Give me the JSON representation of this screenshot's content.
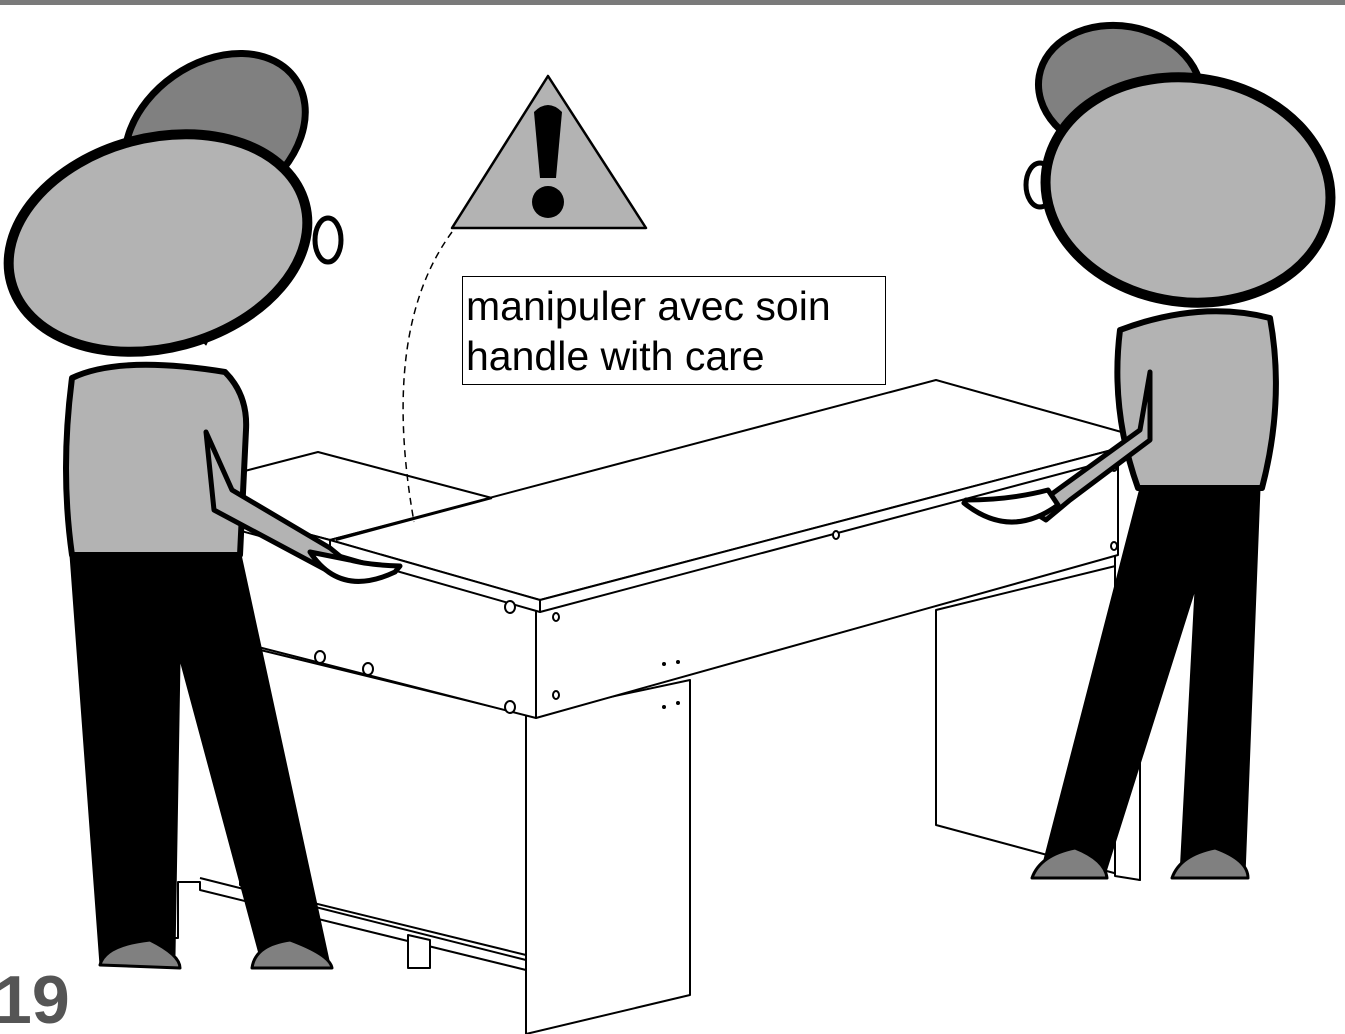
{
  "step": {
    "number": "19"
  },
  "warning": {
    "icon": "warning-triangle-icon",
    "lines": [
      "manipuler avec soin",
      "handle with care"
    ]
  },
  "colors": {
    "rule": "#7a7a7a",
    "fill_light": "#b3b3b3",
    "fill_mid": "#808080",
    "ink": "#000000"
  }
}
